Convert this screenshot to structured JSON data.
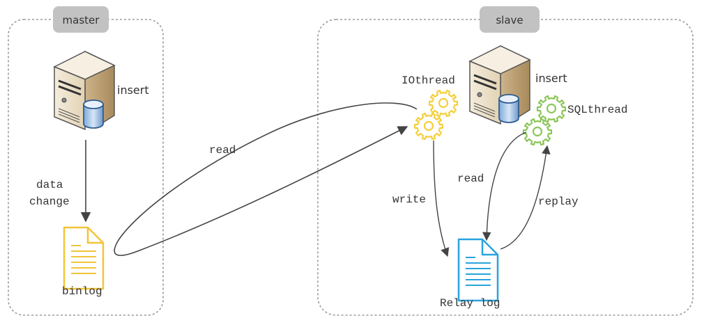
{
  "title": "MySQL master-slave replication",
  "colors": {
    "binlog": "#f2c438",
    "relay_log": "#29a3dc",
    "io_thread_gears": "#f5cf3d",
    "sql_thread_gears": "#8dc65a",
    "arrow": "#444444",
    "box_border": "#9a9a9a",
    "tag_bg": "#c2c2c2"
  },
  "master": {
    "label": "master",
    "server_icon": "server-with-database-icon",
    "server_label": "insert",
    "arrow_label_line1": "data",
    "arrow_label_line2": "change",
    "log_icon": "document-icon",
    "log_label": "binlog"
  },
  "slave": {
    "label": "slave",
    "server_icon": "server-with-database-icon",
    "server_label": "insert",
    "io_thread_label": "IOthread",
    "sql_thread_label": "SQLthread",
    "log_icon": "document-icon",
    "log_label": "Relay log"
  },
  "edges": {
    "binlog_to_io": "read",
    "io_to_relay": "write",
    "relay_to_sql_read": "read",
    "relay_to_sql_replay": "replay"
  }
}
